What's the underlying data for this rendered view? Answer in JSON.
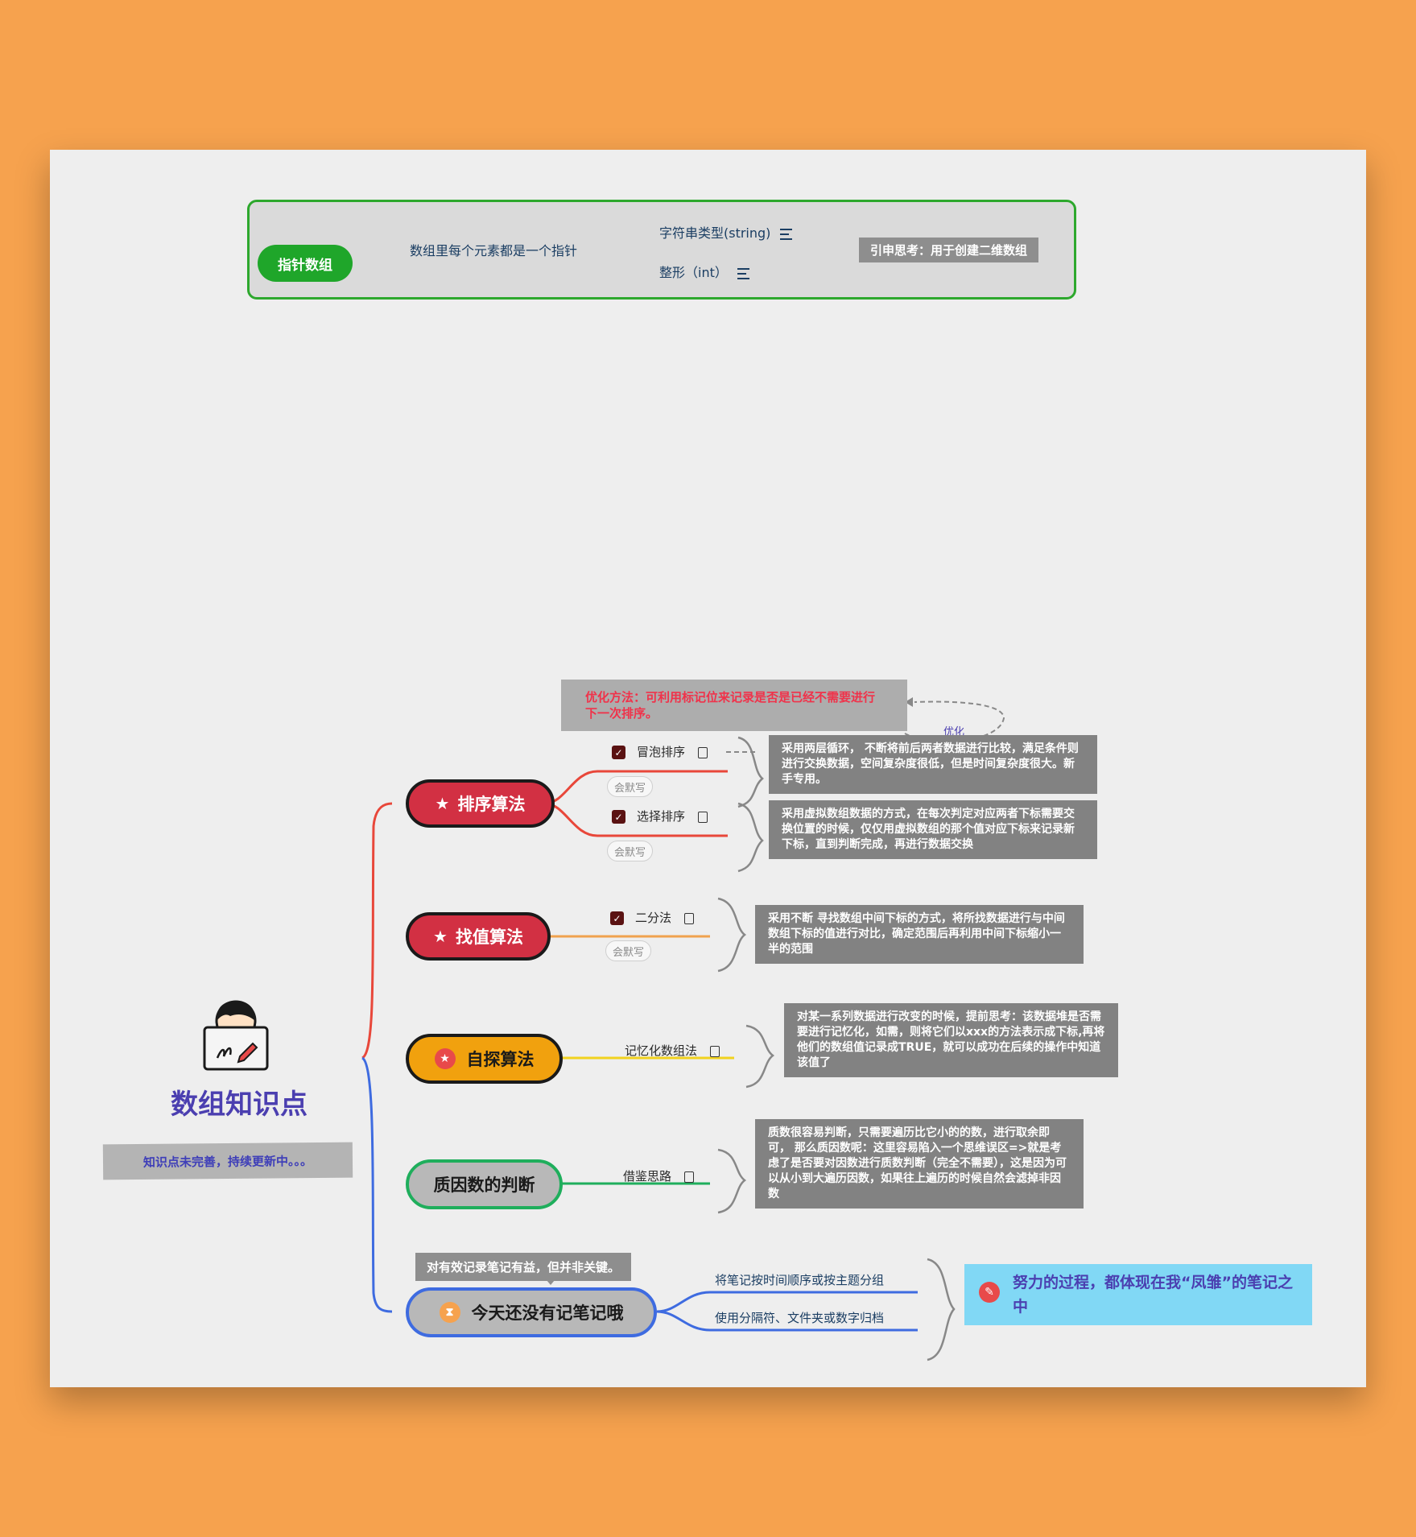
{
  "top_group": {
    "root": "指针数组",
    "branch": "数组里每个元素都是一个指针",
    "children": [
      "字符串类型(string)",
      "整形（int）"
    ],
    "summary": "引申思考：用于创建二维数组"
  },
  "central": {
    "title": "数组知识点",
    "subtitle": "知识点未完善，持续更新中。。。"
  },
  "optimization": {
    "text": "优化方法：可利用标记位来记录是否是已经不需要进行下一次排序。",
    "relation_label": "优化"
  },
  "branches": [
    {
      "title": "排序算法",
      "children": [
        {
          "label": "冒泡排序",
          "tag": "会默写",
          "note": "采用两层循环， 不断将前后两者数据进行比较，满足条件则进行交换数据，空间复杂度很低，但是时间复杂度很大。新手专用。"
        },
        {
          "label": "选择排序",
          "tag": "会默写",
          "note": "采用虚拟数组数据的方式，在每次判定对应两者下标需要交换位置的时候，仅仅用虚拟数组的那个值对应下标来记录新下标，直到判断完成，再进行数据交换"
        }
      ]
    },
    {
      "title": "找值算法",
      "children": [
        {
          "label": "二分法",
          "tag": "会默写",
          "note": "采用不断 寻找数组中间下标的方式，将所找数据进行与中间数组下标的值进行对比，确定范围后再利用中间下标缩小一半的范围"
        }
      ]
    },
    {
      "title": "自探算法",
      "children": [
        {
          "label": "记忆化数组法",
          "note": "对某一系列数据进行改变的时候，提前思考：该数据堆是否需要进行记忆化，如需，则将它们以xxx的方法表示成下标,再将他们的数组值记录成TRUE，就可以成功在后续的操作中知道该值了"
        }
      ]
    },
    {
      "title": "质因数的判断",
      "children": [
        {
          "label": "借鉴思路",
          "note": "质数很容易判断，只需要遍历比它小的的数，进行取余即可， 那么质因数呢：这里容易陷入一个思维误区=>就是考虑了是否要对因数进行质数判断（完全不需要），这是因为可以从小到大遍历因数，如果往上遍历的时候自然会滤掉非因数"
        }
      ]
    },
    {
      "title": "今天还没有记笔记哦",
      "callout": "对有效记录笔记有益，但并非关键。",
      "children": [
        {
          "label": "将笔记按时间顺序或按主题分组"
        },
        {
          "label": "使用分隔符、文件夹或数字归档"
        }
      ],
      "summary": "努力的过程，都体现在我“凤雏”的笔记之中"
    }
  ],
  "colors": {
    "background": "#F6A24E",
    "canvas": "#EEEEEE",
    "sort_branch": "#E8473A",
    "search_branch": "#F0A24E",
    "explore_branch": "#F1D21E",
    "prime_branch": "#1FAE5C",
    "notes_branch": "#3E6BE0",
    "pointer_branch": "#1B4F8C"
  },
  "icons": {
    "avatar": "person-at-laptop-icon",
    "star": "star-icon",
    "checkbox": "checkbox-checked-icon",
    "note": "note-icon",
    "menu": "notes-lines-icon",
    "hourglass": "hourglass-icon",
    "pin": "pin-icon"
  }
}
